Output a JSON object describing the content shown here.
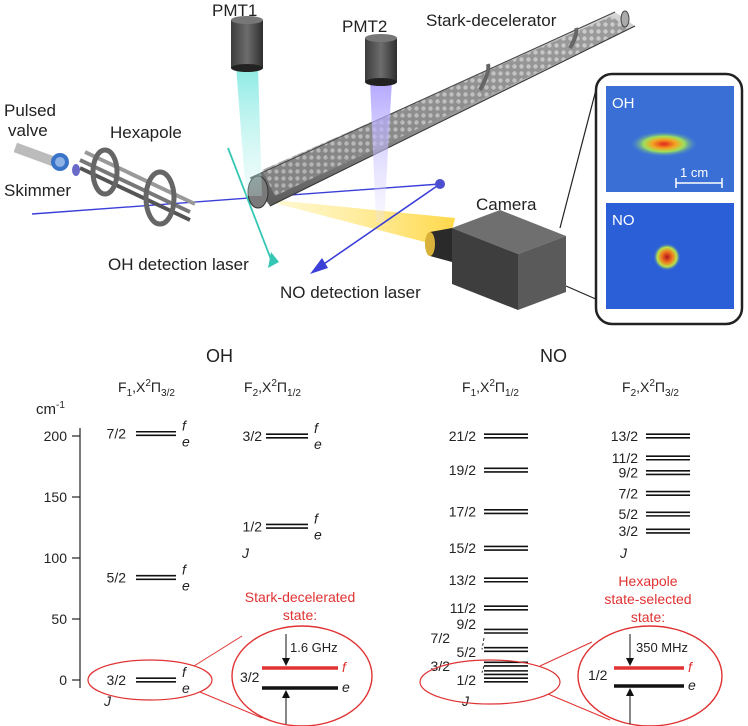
{
  "apparatus": {
    "labels": {
      "pmt1": "PMT1",
      "pmt2": "PMT2",
      "stark_decelerator": "Stark-decelerator",
      "pulsed_valve_line1": "Pulsed",
      "pulsed_valve_line2": "valve",
      "hexapole": "Hexapole",
      "skimmer": "Skimmer",
      "camera": "Camera",
      "oh_laser": "OH detection laser",
      "no_laser": "NO detection laser"
    },
    "inset": {
      "oh_label": "OH",
      "no_label": "NO",
      "scale_bar": "1 cm"
    }
  },
  "energy_diagram": {
    "y_unit": "cm",
    "y_unit_exp": "-1",
    "y_ticks": [
      0,
      50,
      100,
      150,
      200
    ],
    "y_range": [
      0,
      200
    ],
    "j_label": "J",
    "oh": {
      "title": "OH",
      "ladder_f1": {
        "state_pre": "F",
        "state_sub1": "1",
        "state_mid": ",X",
        "state_sup": "2",
        "state_pi": "Π",
        "state_sub2": "3/2",
        "levels": [
          {
            "j": "3/2",
            "energy": 0
          },
          {
            "j": "5/2",
            "energy": 84
          },
          {
            "j": "7/2",
            "energy": 202
          }
        ]
      },
      "ladder_f2": {
        "state_pre": "F",
        "state_sub1": "2",
        "state_mid": ",X",
        "state_sup": "2",
        "state_pi": "Π",
        "state_sub2": "1/2",
        "levels": [
          {
            "j": "1/2",
            "energy": 126
          },
          {
            "j": "3/2",
            "energy": 200
          }
        ]
      },
      "parity_upper": "f",
      "parity_lower": "e",
      "annotation_line1": "Stark-decelerated",
      "annotation_line2": "state:",
      "zoom": {
        "j": "3/2",
        "splitting": "1.6 GHz",
        "upper": "f",
        "lower": "e"
      }
    },
    "no": {
      "title": "NO",
      "ladder_f1": {
        "state_pre": "F",
        "state_sub1": "1",
        "state_mid": ",X",
        "state_sup": "2",
        "state_pi": "Π",
        "state_sub2": "1/2",
        "levels": [
          {
            "j": "1/2",
            "energy": 0
          },
          {
            "j": "3/2",
            "energy": 6
          },
          {
            "j": "5/2",
            "energy": 13
          },
          {
            "j": "7/2",
            "energy": 25
          },
          {
            "j": "9/2",
            "energy": 40
          },
          {
            "j": "11/2",
            "energy": 59
          },
          {
            "j": "13/2",
            "energy": 82
          },
          {
            "j": "15/2",
            "energy": 108
          },
          {
            "j": "17/2",
            "energy": 138
          },
          {
            "j": "19/2",
            "energy": 172
          },
          {
            "j": "21/2",
            "energy": 200
          }
        ]
      },
      "ladder_f2": {
        "state_pre": "F",
        "state_sub1": "2",
        "state_mid": ",X",
        "state_sup": "2",
        "state_pi": "Π",
        "state_sub2": "3/2",
        "levels": [
          {
            "j": "3/2",
            "energy": 122
          },
          {
            "j": "5/2",
            "energy": 136
          },
          {
            "j": "7/2",
            "energy": 153
          },
          {
            "j": "9/2",
            "energy": 170
          },
          {
            "j": "11/2",
            "energy": 182
          },
          {
            "j": "13/2",
            "energy": 200
          }
        ]
      },
      "annotation_line1": "Hexapole",
      "annotation_line2": "state-selected",
      "annotation_line3": "state:",
      "zoom": {
        "j": "1/2",
        "splitting": "350 MHz",
        "upper": "f",
        "lower": "e"
      }
    }
  }
}
